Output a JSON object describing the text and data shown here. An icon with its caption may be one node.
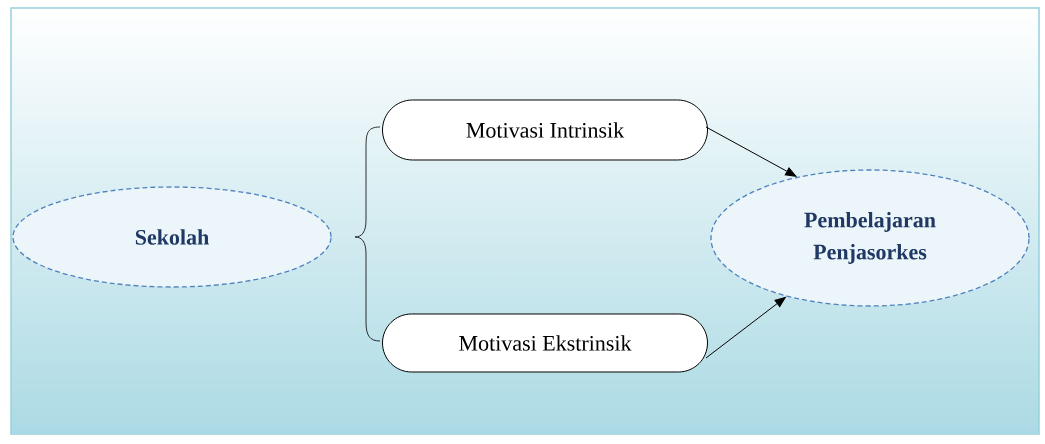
{
  "diagram": {
    "nodes": [
      {
        "text": [
          "Sekolah"
        ]
      },
      {
        "text": [
          "Motivasi Intrinsik"
        ]
      },
      {
        "text": [
          "Motivasi Ekstrinsik"
        ]
      },
      {
        "text": [
          "Pembelajaran Penjasorkes"
        ]
      }
    ],
    "edges": [
      {
        "from": 1,
        "to": 3,
        "arrow": "to"
      },
      {
        "from": 2,
        "to": 3,
        "arrow": "to"
      }
    ]
  }
}
